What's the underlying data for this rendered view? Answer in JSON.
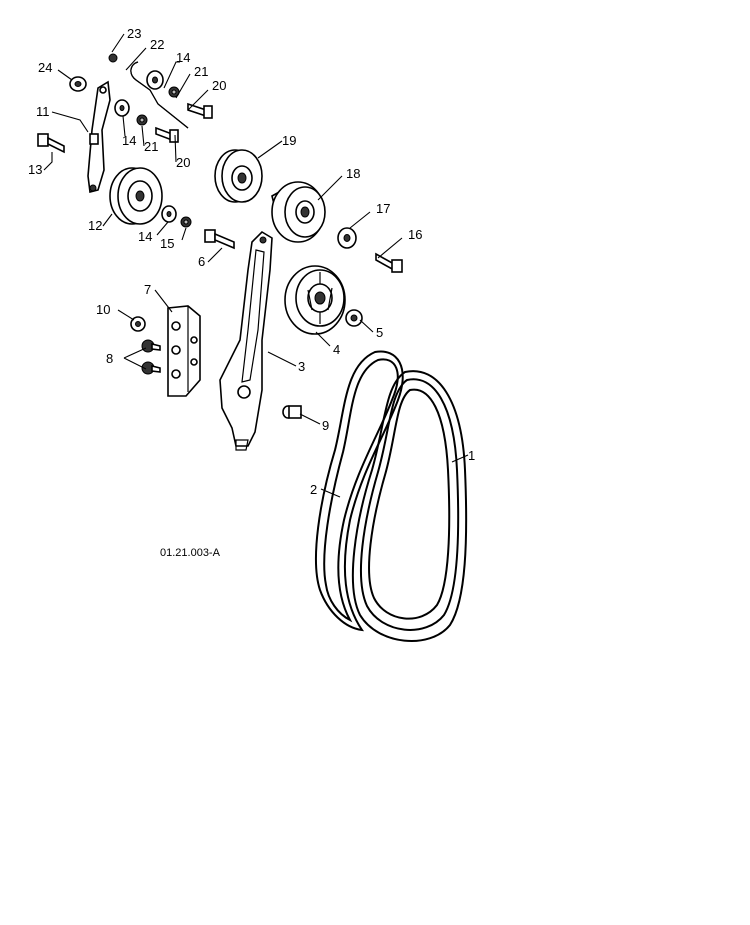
{
  "diagram": {
    "reference_code": "01.21.003-A",
    "callouts": {
      "c1": "1",
      "c2": "2",
      "c3": "3",
      "c4": "4",
      "c5": "5",
      "c6": "6",
      "c7": "7",
      "c8": "8",
      "c9": "9",
      "c10": "10",
      "c11": "11",
      "c12": "12",
      "c13": "13",
      "c14a": "14",
      "c14b": "14",
      "c14c": "14",
      "c15": "15",
      "c16": "16",
      "c17": "17",
      "c18": "18",
      "c19": "19",
      "c20a": "20",
      "c20b": "20",
      "c21a": "21",
      "c21b": "21",
      "c22": "22",
      "c23": "23",
      "c24": "24"
    }
  }
}
